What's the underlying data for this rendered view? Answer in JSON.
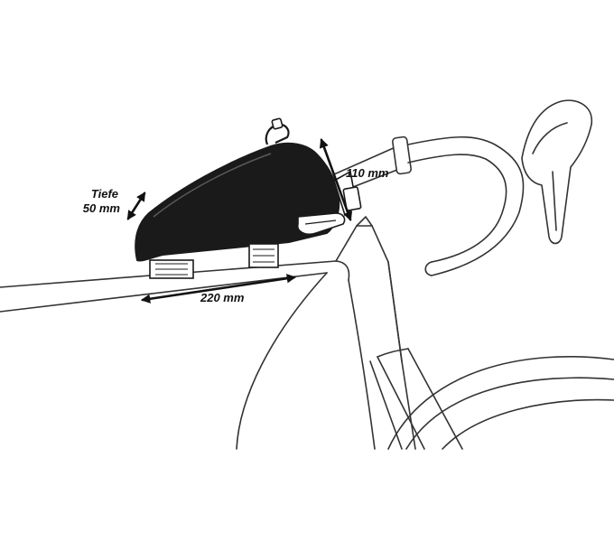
{
  "labels": {
    "depth": {
      "line1": "Tiefe",
      "line2": "50 mm"
    },
    "height": "110 mm",
    "length": "220 mm"
  },
  "colors": {
    "bag": "#1a1a1a",
    "outline": "#333333",
    "arrow": "#111111",
    "background": "#ffffff"
  }
}
